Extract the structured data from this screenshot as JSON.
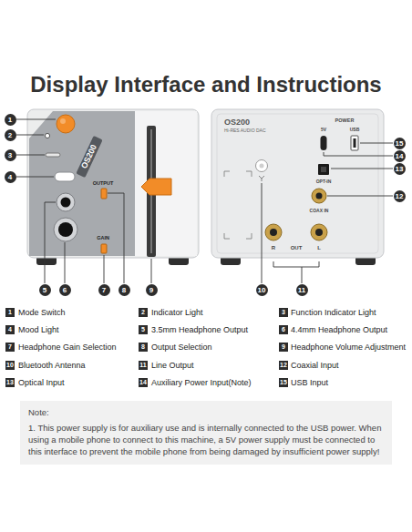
{
  "diagram": {
    "title": "Display Interface and Instructions",
    "nodes": [
      {
        "text": [
          "Note:",
          "1. This power supply is for auxiliary use and is internally connected to the USB power. When using a mobile phone to connect to this machine, a 5V power supply must be connected to this interface to prevent the mobile phone from being damaged by insufficient power supply!"
        ]
      }
    ],
    "labels": [
      "1",
      "2",
      "3",
      "4",
      "5",
      "6",
      "7",
      "8",
      "9",
      "10",
      "11",
      "12",
      "13",
      "14",
      "15",
      "OS200",
      "OUTPUT",
      "GAIN",
      "OS200",
      "Hi-RES AUDIO DAC",
      "POWER",
      "5V",
      "USB",
      "OPT-IN",
      "COAX IN",
      "R",
      "OUT",
      "L",
      "1",
      "Mode Switch",
      "2",
      "Indicator Light",
      "3",
      "Function Indicator Light",
      "4",
      "Mood Light",
      "5",
      "3.5mm Headphone Output",
      "6",
      "4.4mm Headphone Output",
      "7",
      "Headphone Gain Selection",
      "8",
      "Output Selection",
      "9",
      "Headphone Volume Adjustment",
      "10",
      "Bluetooth Antenna",
      "11",
      "Line Output",
      "12",
      "Coaxial Input",
      "13",
      "Optical Input",
      "14",
      "Auxiliary Power Input(Note)",
      "15",
      "USB Input"
    ]
  }
}
